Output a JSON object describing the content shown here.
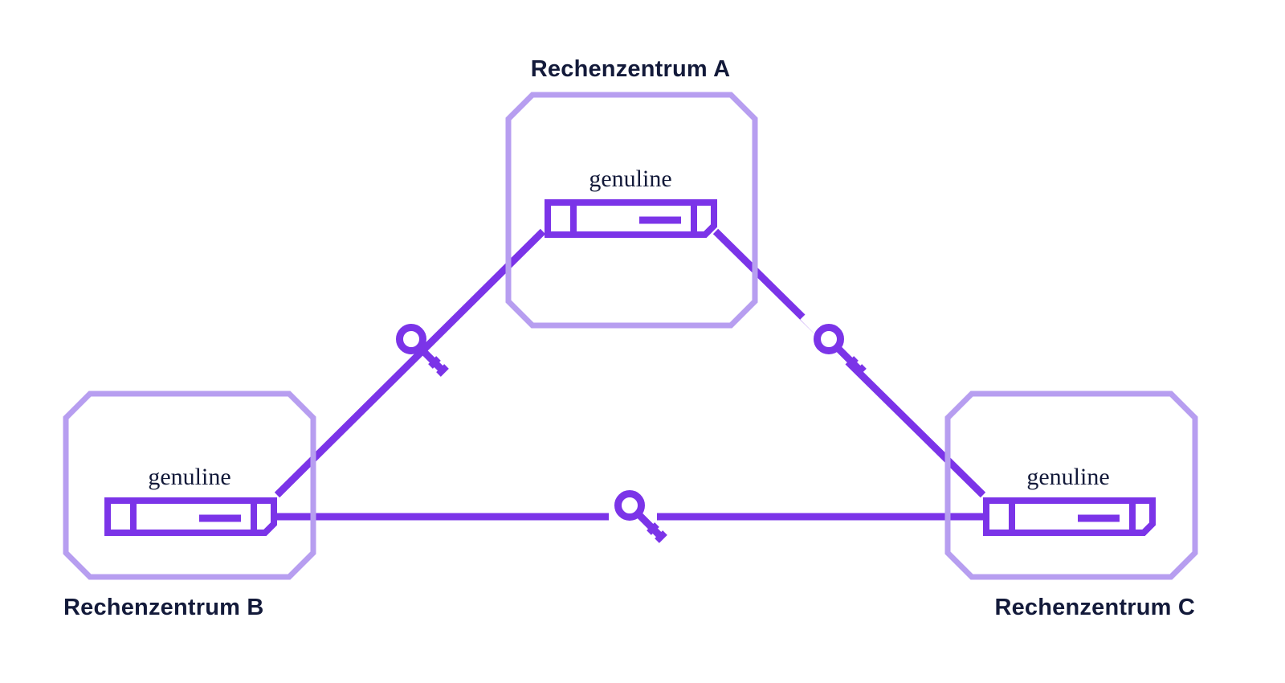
{
  "diagram": {
    "type": "network-topology",
    "background_color": "#ffffff",
    "colors": {
      "accent_purple": "#7b34e8",
      "container_purple": "#b79ef0",
      "text_navy": "#131a3a"
    },
    "nodes": [
      {
        "id": "a",
        "title": "Rechenzentrum A",
        "title_position": "top",
        "device_label": "genuline",
        "device_icon": "server-appliance-icon"
      },
      {
        "id": "b",
        "title": "Rechenzentrum B",
        "title_position": "bottom",
        "device_label": "genuline",
        "device_icon": "server-appliance-icon"
      },
      {
        "id": "c",
        "title": "Rechenzentrum C",
        "title_position": "bottom",
        "device_label": "genuline",
        "device_icon": "server-appliance-icon"
      }
    ],
    "links": [
      {
        "id": "ab",
        "from": "a",
        "to": "b",
        "icon": "key-icon",
        "style": "solid"
      },
      {
        "id": "ac",
        "from": "a",
        "to": "c",
        "icon": "key-icon",
        "style": "solid"
      },
      {
        "id": "bc",
        "from": "b",
        "to": "c",
        "icon": "key-icon",
        "style": "solid"
      }
    ]
  }
}
